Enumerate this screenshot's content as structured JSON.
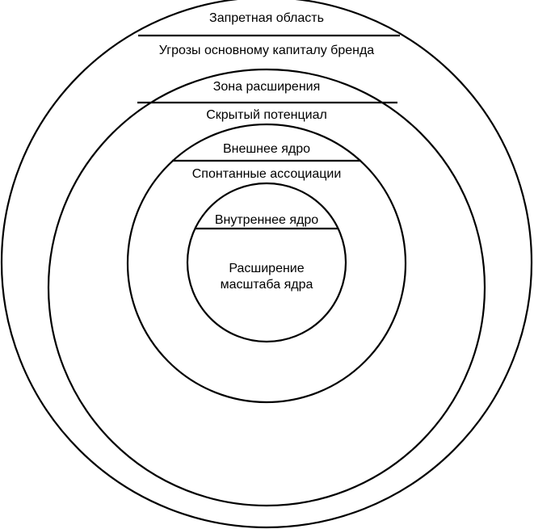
{
  "rings": [
    {
      "name": "outer-ring",
      "top_label": "Запретная область",
      "bottom_label": "Угрозы основному капиталу бренда"
    },
    {
      "name": "second-ring",
      "top_label": "Зона расширения",
      "bottom_label": "Скрытый потенциал"
    },
    {
      "name": "third-ring",
      "top_label": "Внешнее ядро",
      "bottom_label": "Спонтанные ассоциации"
    },
    {
      "name": "inner-ring",
      "top_label": "Внутреннее ядро",
      "center_line_1": "Расширение",
      "center_line_2": "масштаба ядра"
    }
  ],
  "colors": {
    "line": "#000000",
    "background": "#ffffff",
    "text": "#000000"
  }
}
